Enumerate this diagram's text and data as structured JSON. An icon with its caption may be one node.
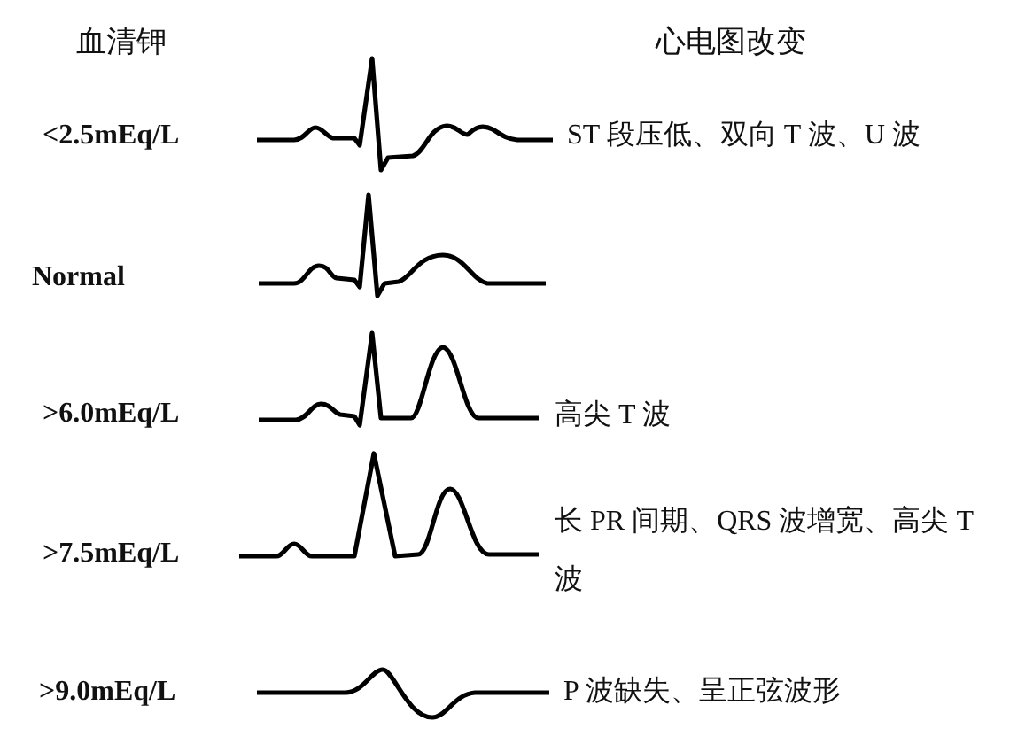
{
  "diagram": {
    "labels": [
      "血清钾",
      "心电图改变",
      "<2.5mEq/L",
      "ST 段压低、双向 T 波、U 波",
      "Normal",
      ">6.0mEq/L",
      "高尖 T 波",
      ">7.5mEq/L",
      "长 PR 间期、QRS 波增宽、高尖 T 波",
      ">9.0mEq/L",
      "P 波缺失、呈正弦波形"
    ]
  }
}
